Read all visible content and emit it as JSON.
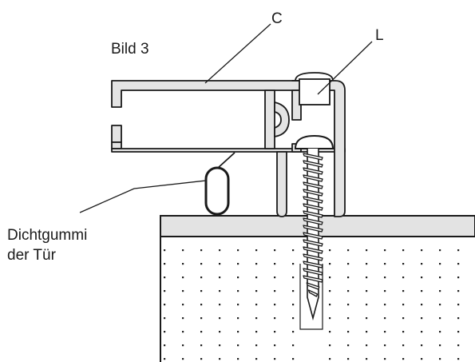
{
  "figure": {
    "title": "Bild 3",
    "callouts": {
      "profile": "C",
      "lock_element": "L",
      "seal_line1": "Dichtgummi",
      "seal_line2": "der Tür"
    }
  },
  "colors": {
    "profile_fill": "#e4e4e4",
    "stroke": "#1a1a1a",
    "board_top": "#e3e3e3",
    "dots": "#222222"
  }
}
